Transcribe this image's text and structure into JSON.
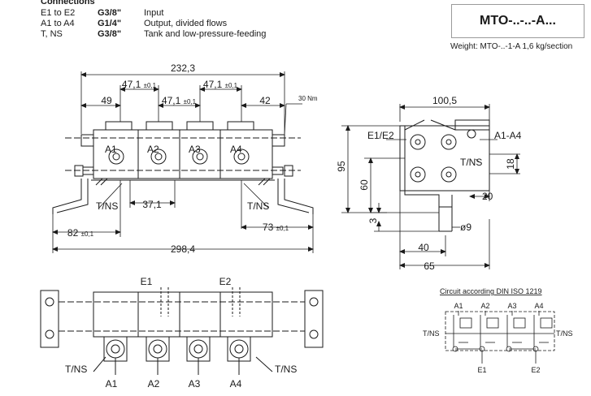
{
  "connections": {
    "title": "Connections",
    "rows": [
      {
        "port": "E1 to E2",
        "thread": "G3/8\"",
        "description": "Input"
      },
      {
        "port": "A1 to A4",
        "thread": "G1/4\"",
        "description": "Output, divided flows"
      },
      {
        "port": "T, NS",
        "thread": "G3/8\"",
        "description": "Tank and low-pressure-feeding"
      }
    ]
  },
  "model": "MTO-..-..-A...",
  "weight": "Weight: MTO-..-1-A 1,6 kg/section",
  "front_view": {
    "dim_overall": "232,3",
    "dim_spacing": "47,1",
    "tol": "±0,1",
    "dim_left": "49",
    "dim_right": "42",
    "torque": "30 Nm",
    "ports": [
      "A1",
      "A2",
      "A3",
      "A4"
    ],
    "tank_label": "T/NS",
    "dim_mid": "37,1",
    "dim_82": "82",
    "dim_73": "73",
    "dim_base": "298,4"
  },
  "side_view": {
    "dim_width": "100,5",
    "dim_height": "95",
    "dim_60": "60",
    "dim_3": "3",
    "dim_18": "18",
    "dim_20": "20",
    "dim_40": "40",
    "dim_65": "65",
    "hole": "ø9",
    "label_e": "E1/E2",
    "label_a": "A1-A4",
    "label_t": "T/NS"
  },
  "top_view": {
    "inlets": [
      "E1",
      "E2"
    ],
    "ports": [
      "A1",
      "A2",
      "A3",
      "A4"
    ],
    "tank_label": "T/NS"
  },
  "circuit": {
    "title": "Circuit according DIN ISO 1219",
    "ports": [
      "A1",
      "A2",
      "A3",
      "A4"
    ],
    "tank_left": "T/NS",
    "tank_right": "T/NS",
    "inlets": [
      "E1",
      "E2"
    ]
  }
}
